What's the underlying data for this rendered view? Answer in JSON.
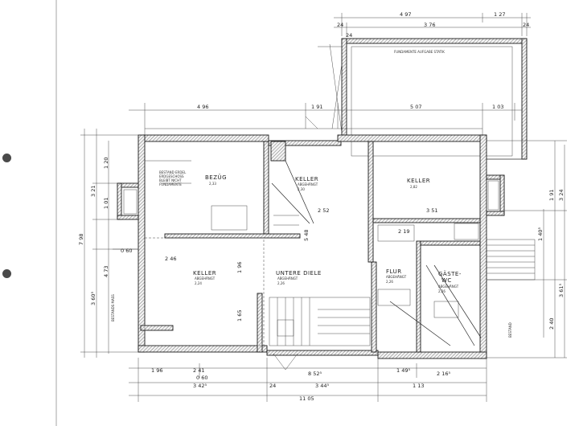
{
  "rooms": {
    "bezug": {
      "name": "BEZÜG",
      "area": "2,33"
    },
    "keller_small": {
      "name": "KELLER",
      "flag": "ABGEHÄNGT",
      "area": "2,30"
    },
    "keller_right": {
      "name": "KELLER",
      "area": "2,82"
    },
    "keller_main": {
      "name": "KELLER",
      "flag": "ABGEHÄNGT",
      "area": "2,24"
    },
    "untere_diele": {
      "name": "UNTERE DIELE",
      "flag": "ABGEHÄNGT",
      "area": "2,26"
    },
    "flur": {
      "name": "FLUR",
      "flag": "ABGEHÄNGT",
      "area": "2,26"
    },
    "gaeste": {
      "name": "GÄSTE-",
      "name2": "WC",
      "flag": "ABGEHÄNGT",
      "area": "2,26"
    }
  },
  "notes": {
    "fundament": "FUNDAMENTE AUFGABE STATIK",
    "bestand_1": "BESTAND ERDEL",
    "bestand_2": "ERDGESCHOSS",
    "bestand_3": "BLEIBT NICHT",
    "bestand_4": "FUNDAMENTE",
    "left_vertical": "BESTANDS MASS",
    "right_vertical": "BESTAND"
  },
  "dims": {
    "top_4_97": "4 97",
    "top_1_27": "1 27",
    "top_24a": "24",
    "top_3_76": "3 76",
    "top_24b": "24",
    "top_24c": "24",
    "mid_4_96": "4 96",
    "mid_5_07": "5 07",
    "mid_1_91": "1 91",
    "mid_1_03": "1 03",
    "bot_3_42": "3 42⁵",
    "bot_3_44": "3 44⁵",
    "bot_0_60": "0 60",
    "bot_8_52": "8 52⁵",
    "bot_2_16": "2 16⁵",
    "bot_11_05": "11 05",
    "bot_1_96": "1 96",
    "bot_2_41": "2 41",
    "bot_1_49": "1 49⁵",
    "bot_1_13": "1 13",
    "bot_24": "24",
    "left_7_98": "7 98",
    "left_3_21": "3 21",
    "left_1_20": "1 20",
    "left_4_73": "4 73",
    "left_3_60": "3 60⁵",
    "left_1_01": "1 01",
    "left_0_60": "0 60",
    "right_3_24": "3 24",
    "right_1_91": "1 91",
    "right_3_61": "3 61⁵",
    "right_2_40": "2 40",
    "right_1_40": "1 40⁵",
    "in_2_52": "2 52",
    "in_3_51": "3 51",
    "in_1_96": "1 96",
    "in_1_65": "1 65",
    "in_5_48": "5 48",
    "in_2_46": "2 46",
    "in_2_19": "2 19"
  }
}
